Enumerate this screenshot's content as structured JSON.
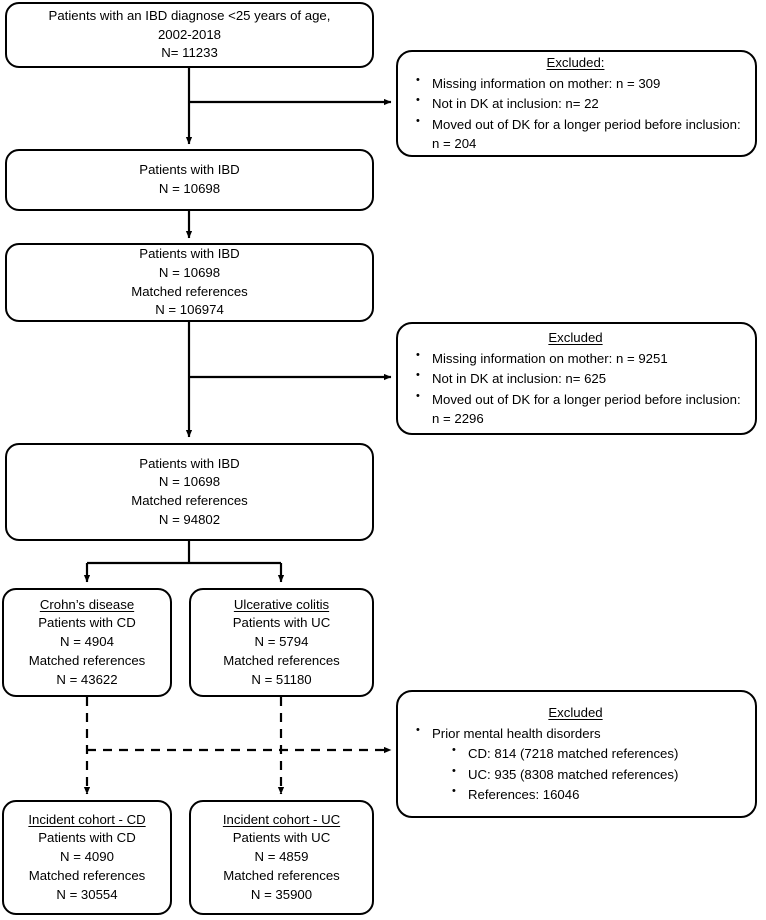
{
  "diagram": {
    "title": "IBD cohort selection flow diagram",
    "stroke_color": "#000000",
    "background_color": "#ffffff"
  },
  "nodes": {
    "source_cohort": {
      "lines": [
        "Patients with an IBD diagnose <25 years of age,",
        "2002-2018",
        "N= 11233"
      ]
    },
    "ibd_after_exclusion": {
      "lines": [
        "Patients with IBD",
        "N = 10698"
      ]
    },
    "ibd_with_references": {
      "lines": [
        "Patients with IBD",
        "N = 10698",
        "Matched references",
        "N = 106974"
      ]
    },
    "ibd_with_references_final": {
      "lines": [
        "Patients with IBD",
        "N = 10698",
        "Matched references",
        "N = 94802"
      ]
    },
    "crohns_disease": {
      "header": "Crohn’s disease",
      "lines": [
        "Patients with CD",
        "N = 4904",
        "Matched references",
        "N = 43622"
      ]
    },
    "ulcerative_colitis": {
      "header": "Ulcerative colitis",
      "lines": [
        "Patients with UC",
        "N = 5794",
        "Matched references",
        "N = 51180"
      ]
    },
    "incident_cohort_cd": {
      "header": "Incident cohort - CD",
      "lines": [
        "Patients with CD",
        "N = 4090",
        "Matched references",
        "N = 30554"
      ]
    },
    "incident_cohort_uc": {
      "header": "Incident cohort  - UC",
      "lines": [
        "Patients with UC",
        "N = 4859",
        "Matched references",
        "N = 35900"
      ]
    }
  },
  "excluded": {
    "first": {
      "title": "Excluded:",
      "items": [
        "Missing information on mother: n = 309",
        "Not in DK at inclusion: n= 22",
        "Moved out of DK for a longer period before inclusion: n = 204"
      ]
    },
    "second": {
      "title": "Excluded",
      "items": [
        "Missing information on mother: n = 9251",
        "Not in DK at inclusion: n= 625",
        "Moved out of DK for a longer period before inclusion: n = 2296"
      ]
    },
    "third": {
      "title": "Excluded",
      "items": [
        "Prior mental health disorders"
      ],
      "sub_items": [
        "CD: 814 (7218 matched references)",
        "UC: 935 (8308 matched references)",
        "References: 16046"
      ]
    }
  }
}
